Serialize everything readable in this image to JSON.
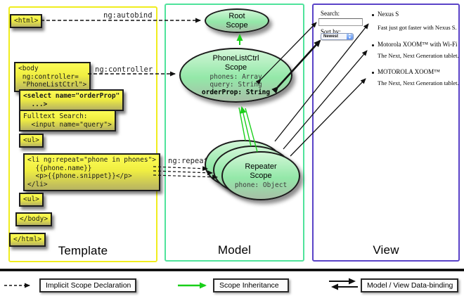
{
  "columns": {
    "template": "Template",
    "model": "Model",
    "view": "View"
  },
  "annotations": {
    "autobind": "ng:autobind",
    "controller": "ng:controller",
    "repeat": "ng:repeat"
  },
  "template_boxes": {
    "html_open": "<html>",
    "body_open": "<body\n ng:controller=\n \"PhoneListCtrl\">",
    "select": "<select name=\"orderProp\"\n  ...>",
    "fulltext": "Fulltext Search:\n  <input name=\"query\">",
    "ul_open": "<ul>",
    "li_repeat": "<li ng:repeat=\"phone in phones\">\n  {{phone.name}}\n  <p>{{phone.snippet}}</p>\n</li>",
    "ul_close": "<ul>",
    "body_close": "</body>",
    "html_close": "</html>"
  },
  "model": {
    "root_scope": {
      "title": "Root\nScope"
    },
    "phonelist_scope": {
      "title": "PhoneListCtrl\nScope",
      "prop1": "phones: Array",
      "prop2": "query: String",
      "prop3": "orderProp: String"
    },
    "repeater_scope": {
      "title": "Repeater\nScope",
      "prop1": "phone: Object"
    }
  },
  "view": {
    "search_label": "Search:",
    "search_value": "",
    "sort_label": "Sort by:",
    "sort_value": "Newest",
    "items": [
      {
        "title": "Nexus S",
        "desc": "Fast just got faster with Nexus S."
      },
      {
        "title": "Motorola XOOM™ with Wi-Fi",
        "desc": "The Next, Next Generation tablet."
      },
      {
        "title": "MOTOROLA XOOM™",
        "desc": "The Next, Next Generation tablet."
      }
    ]
  },
  "legend": {
    "implicit": "Implicit Scope Declaration",
    "inheritance": "Scope Inheritance",
    "binding": "Model / View Data-binding"
  },
  "colors": {
    "template_border": "#f0ed1e",
    "model_border": "#4fe39b",
    "view_border": "#5a43c8",
    "box_yellow": "#f0ee41",
    "scope_green": "#93e8a8",
    "arrow_green": "#19cf19",
    "arrow_black": "#111111"
  }
}
